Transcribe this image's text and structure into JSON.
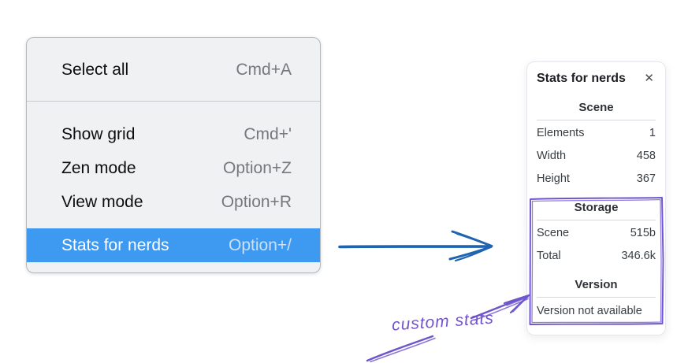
{
  "menu": {
    "groups": [
      {
        "items": [
          {
            "label": "Select all",
            "shortcut": "Cmd+A",
            "highlighted": false
          }
        ]
      },
      {
        "items": [
          {
            "label": "Show grid",
            "shortcut": "Cmd+'",
            "highlighted": false
          },
          {
            "label": "Zen mode",
            "shortcut": "Option+Z",
            "highlighted": false
          },
          {
            "label": "View mode",
            "shortcut": "Option+R",
            "highlighted": false
          },
          {
            "label": "Stats for nerds",
            "shortcut": "Option+/",
            "highlighted": true
          }
        ]
      }
    ]
  },
  "stats_panel": {
    "title": "Stats for nerds",
    "close_icon": "✕",
    "sections": [
      {
        "header": "Scene",
        "rows": [
          {
            "label": "Elements",
            "value": "1"
          },
          {
            "label": "Width",
            "value": "458"
          },
          {
            "label": "Height",
            "value": "367"
          }
        ]
      },
      {
        "header": "Storage",
        "rows": [
          {
            "label": "Scene",
            "value": "515b"
          },
          {
            "label": "Total",
            "value": "346.6k"
          }
        ]
      },
      {
        "header": "Version",
        "note": "Version not available"
      }
    ]
  },
  "annotations": {
    "custom_stats_label": "custom stats",
    "colors": {
      "highlight_blue": "#3e9af0",
      "arrow_blue": "#1f64b0",
      "annotation_purple": "#6e55cc"
    }
  }
}
